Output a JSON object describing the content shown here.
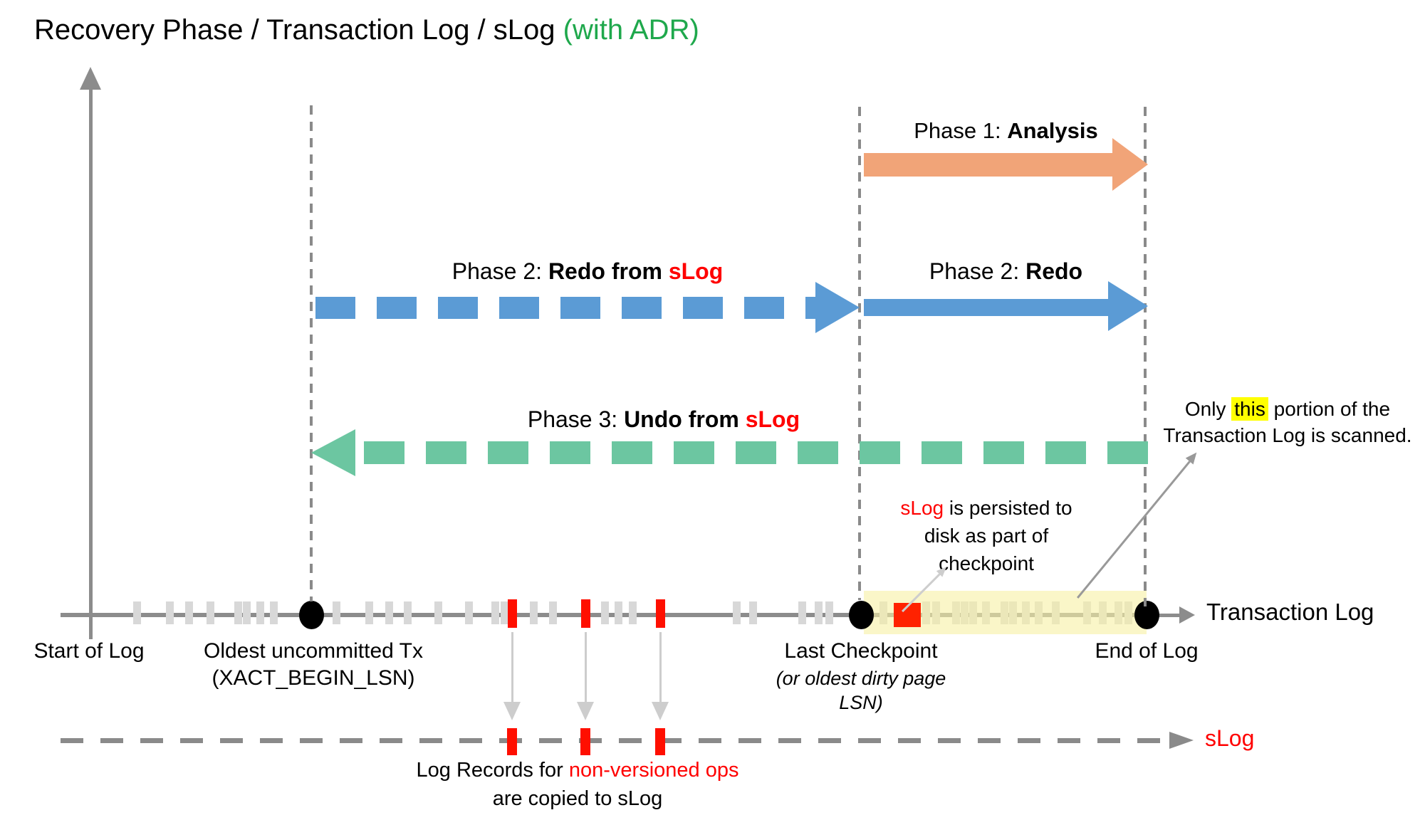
{
  "title": {
    "black": "Recovery Phase / Transaction Log / sLog ",
    "green": "(with ADR)"
  },
  "phase_labels": {
    "p1_normal": "Phase 1: ",
    "p1_bold": "Analysis",
    "p2s_normal": "Phase 2: ",
    "p2s_bold": "Redo from ",
    "p2s_red": "sLog",
    "p2_normal": "Phase 2: ",
    "p2_bold": "Redo",
    "p3_normal": "Phase 3: ",
    "p3_bold": "Undo from ",
    "p3_red": "sLog"
  },
  "notes": {
    "scan_pre": "Only ",
    "scan_hl": "this",
    "scan_post": " portion of the",
    "scan_line2": "Transaction Log is scanned.",
    "persist_red": "sLog",
    "persist_rest1": " is persisted to",
    "persist_line2": "disk as part of",
    "persist_line3": "checkpoint",
    "copy_pre": "Log Records for ",
    "copy_red": "non-versioned ops",
    "copy_line2": "are copied to sLog"
  },
  "timeline": {
    "start_label": "Start of Log",
    "oldest_line1": "Oldest uncommitted Tx",
    "oldest_line2": "(XACT_BEGIN_LSN)",
    "checkpoint_label": "Last Checkpoint",
    "checkpoint_sub1": "(or oldest dirty page",
    "checkpoint_sub2": "LSN)",
    "end_label": "End of Log",
    "axis_label": "Transaction Log",
    "slog_label": "sLog"
  },
  "colors": {
    "title_green": "#1FA84C",
    "analysis_orange": "#F1A478",
    "redo_blue": "#5B9BD5",
    "undo_green": "#6CC6A1",
    "accent_red": "#FF0000",
    "tick_red": "#FF0F00",
    "square_red": "#FF2200",
    "highlight_yellow": "#FFFF00",
    "scan_band": "rgba(247,240,166,0.62)",
    "line_gray": "#8C8C8C",
    "guide_gray": "#8A8A8A",
    "tick_gray": "#D8D8D8",
    "soft_gray": "#CDCDCD",
    "mid_gray": "#999999"
  },
  "diagram": {
    "log_ticks_x": [
      192,
      238,
      265,
      295,
      334,
      346,
      365,
      384,
      472,
      518,
      546,
      572,
      615,
      658,
      695,
      708,
      749,
      776,
      849,
      868,
      888,
      1034,
      1057,
      1126,
      1149,
      1164
    ],
    "band_ticks_x": [
      1240,
      1300,
      1314,
      1342,
      1354,
      1366,
      1384,
      1410,
      1422,
      1440,
      1458,
      1482,
      1526,
      1548,
      1570,
      1584
    ],
    "red_ticks_x": [
      719,
      822,
      927
    ],
    "markers_x": {
      "oldest": 437,
      "checkpoint": 1209,
      "end": 1610
    }
  }
}
